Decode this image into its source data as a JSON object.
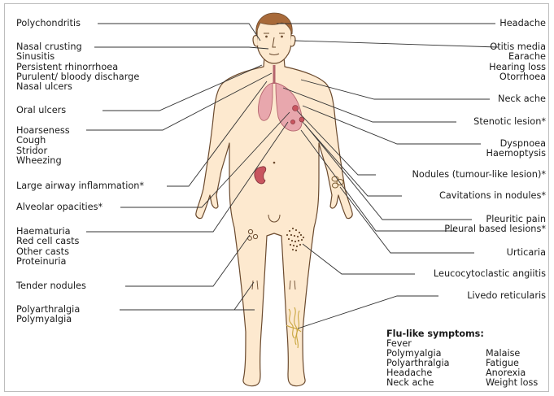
{
  "colors": {
    "skin": "#fde9cf",
    "outline": "#6b4a2e",
    "lung": "#e8a7ad",
    "kidney": "#c8555f",
    "hair": "#a86a3a",
    "line": "#333333"
  },
  "left_labels": [
    {
      "id": "polychondritis",
      "lines": [
        "Polychondritis"
      ]
    },
    {
      "id": "nasal",
      "lines": [
        "Nasal crusting",
        "Sinusitis",
        "Persistent rhinorrhoea",
        "Purulent/ bloody discharge",
        "Nasal ulcers"
      ]
    },
    {
      "id": "oral",
      "lines": [
        "Oral ulcers"
      ]
    },
    {
      "id": "hoarse",
      "lines": [
        "Hoarseness",
        "Cough",
        "Stridor",
        "Wheezing"
      ]
    },
    {
      "id": "airway",
      "lines": [
        "Large airway inflammation*"
      ]
    },
    {
      "id": "alveolar",
      "lines": [
        "Alveolar opacities*"
      ]
    },
    {
      "id": "haematuria",
      "lines": [
        "Haematuria",
        "Red cell casts",
        "Other casts",
        "Proteinuria"
      ]
    },
    {
      "id": "tender",
      "lines": [
        "Tender nodules"
      ]
    },
    {
      "id": "polyarth",
      "lines": [
        "Polyarthralgia",
        "Polymyalgia"
      ]
    }
  ],
  "right_labels": [
    {
      "id": "headache",
      "lines": [
        "Headache"
      ]
    },
    {
      "id": "otitis",
      "lines": [
        "Otitis media",
        "Earache",
        "Hearing loss",
        "Otorrhoea"
      ]
    },
    {
      "id": "neck",
      "lines": [
        "Neck ache"
      ]
    },
    {
      "id": "stenotic",
      "lines": [
        "Stenotic lesion*"
      ]
    },
    {
      "id": "dyspnoea",
      "lines": [
        "Dyspnoea",
        "Haemoptysis"
      ]
    },
    {
      "id": "nodules",
      "lines": [
        "Nodules (tumour-like lesion)*"
      ]
    },
    {
      "id": "cavitations",
      "lines": [
        "Cavitations in nodules*"
      ]
    },
    {
      "id": "pleuritic",
      "lines": [
        "Pleuritic pain",
        "Pleural based lesions*"
      ]
    },
    {
      "id": "urticaria",
      "lines": [
        "Urticaria"
      ]
    },
    {
      "id": "leuco",
      "lines": [
        "Leucocytoclastic angiitis"
      ]
    },
    {
      "id": "livedo",
      "lines": [
        "Livedo reticularis"
      ]
    }
  ],
  "flu": {
    "title": "Flu-like symptoms:",
    "col1": [
      "Fever",
      "Polymyalgia",
      "Polyarthralgia",
      "Headache",
      "Neck ache"
    ],
    "col2": [
      "",
      "Malaise",
      "Fatigue",
      "Anorexia",
      "Weight loss"
    ]
  }
}
